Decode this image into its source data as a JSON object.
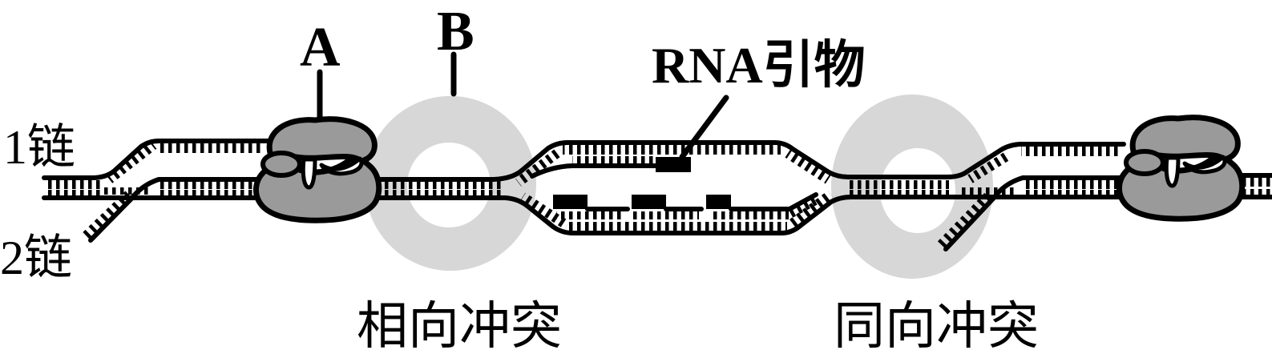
{
  "diagram": {
    "strand_labels": {
      "strand1": "1链",
      "strand2": "2链"
    },
    "callouts": {
      "enzyme_a": "A",
      "clamp_b": "B",
      "rna_primer": "RNA引物"
    },
    "captions": {
      "left": "相向冲突",
      "right": "同向冲突"
    },
    "colors": {
      "strand": "#000000",
      "enzyme_fill": "#9a9a9a",
      "ring_fill": "#d7d7d7",
      "primer_fill": "#000000",
      "background": "#ffffff"
    }
  }
}
